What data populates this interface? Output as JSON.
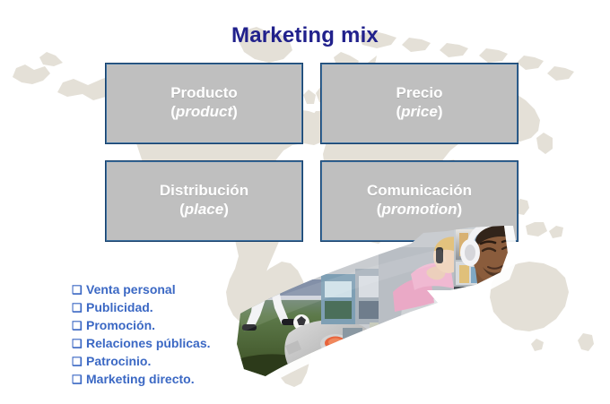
{
  "slide": {
    "title": "Marketing mix",
    "background_color": "#ffffff",
    "map_color": "#e4e0d7",
    "title_color": "#21218c"
  },
  "boxes": {
    "fill_color": "#bfbfbf",
    "border_color": "#17406b",
    "inner_border_color": "#3a6e9e",
    "text_color": "#ffffff",
    "items": [
      {
        "name": "producto",
        "spanish": "Producto",
        "english": "product"
      },
      {
        "name": "precio",
        "spanish": "Precio",
        "english": "price"
      },
      {
        "name": "distribucion",
        "spanish": "Distribución",
        "english": "place"
      },
      {
        "name": "comunicacion",
        "spanish": "Comunicación",
        "english": "promotion"
      }
    ]
  },
  "bullets": {
    "marker": "❑",
    "text_color": "#3b68c4",
    "items": [
      "Venta personal",
      "Publicidad.",
      "Promoción.",
      "Relaciones públicas.",
      "Patrocinio.",
      "Marketing directo."
    ]
  },
  "collage": {
    "description": "photo-ribbon-arrow",
    "photos": [
      "soccer-player-on-green-field",
      "gray-device-with-orange-button",
      "blonde-woman-in-pink-on-phone-with-laptop",
      "man-with-white-headphones-in-red-shirt"
    ]
  }
}
